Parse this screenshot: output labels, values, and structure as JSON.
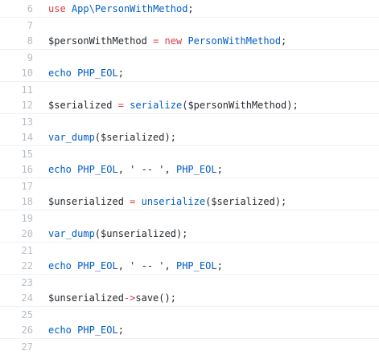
{
  "editor": {
    "lines": [
      {
        "num": "6",
        "tokens": [
          {
            "t": "use",
            "k": "kw"
          },
          {
            "t": " ",
            "k": "plain"
          },
          {
            "t": "App\\PersonWithMethod",
            "k": "ns"
          },
          {
            "t": ";",
            "k": "plain"
          }
        ]
      },
      {
        "num": "7",
        "tokens": []
      },
      {
        "num": "8",
        "tokens": [
          {
            "t": "$personWithMethod",
            "k": "plain"
          },
          {
            "t": " ",
            "k": "plain"
          },
          {
            "t": "=",
            "k": "op"
          },
          {
            "t": " ",
            "k": "plain"
          },
          {
            "t": "new",
            "k": "kw"
          },
          {
            "t": " ",
            "k": "plain"
          },
          {
            "t": "PersonWithMethod",
            "k": "cls"
          },
          {
            "t": ";",
            "k": "plain"
          }
        ]
      },
      {
        "num": "9",
        "tokens": []
      },
      {
        "num": "10",
        "tokens": [
          {
            "t": "echo",
            "k": "fn"
          },
          {
            "t": " ",
            "k": "plain"
          },
          {
            "t": "PHP_EOL",
            "k": "const"
          },
          {
            "t": ";",
            "k": "plain"
          }
        ]
      },
      {
        "num": "11",
        "tokens": []
      },
      {
        "num": "12",
        "tokens": [
          {
            "t": "$serialized",
            "k": "plain"
          },
          {
            "t": " ",
            "k": "plain"
          },
          {
            "t": "=",
            "k": "op"
          },
          {
            "t": " ",
            "k": "plain"
          },
          {
            "t": "serialize",
            "k": "fn"
          },
          {
            "t": "($personWithMethod);",
            "k": "plain"
          }
        ]
      },
      {
        "num": "13",
        "tokens": []
      },
      {
        "num": "14",
        "tokens": [
          {
            "t": "var_dump",
            "k": "fn"
          },
          {
            "t": "($serialized);",
            "k": "plain"
          }
        ]
      },
      {
        "num": "15",
        "tokens": []
      },
      {
        "num": "16",
        "tokens": [
          {
            "t": "echo",
            "k": "fn"
          },
          {
            "t": " ",
            "k": "plain"
          },
          {
            "t": "PHP_EOL",
            "k": "const"
          },
          {
            "t": ", ",
            "k": "plain"
          },
          {
            "t": "' -- '",
            "k": "str"
          },
          {
            "t": ", ",
            "k": "plain"
          },
          {
            "t": "PHP_EOL",
            "k": "const"
          },
          {
            "t": ";",
            "k": "plain"
          }
        ]
      },
      {
        "num": "17",
        "tokens": []
      },
      {
        "num": "18",
        "tokens": [
          {
            "t": "$unserialized",
            "k": "plain"
          },
          {
            "t": " ",
            "k": "plain"
          },
          {
            "t": "=",
            "k": "op"
          },
          {
            "t": " ",
            "k": "plain"
          },
          {
            "t": "unserialize",
            "k": "fn"
          },
          {
            "t": "($serialized);",
            "k": "plain"
          }
        ]
      },
      {
        "num": "19",
        "tokens": []
      },
      {
        "num": "20",
        "tokens": [
          {
            "t": "var_dump",
            "k": "fn"
          },
          {
            "t": "($unserialized);",
            "k": "plain"
          }
        ]
      },
      {
        "num": "21",
        "tokens": []
      },
      {
        "num": "22",
        "tokens": [
          {
            "t": "echo",
            "k": "fn"
          },
          {
            "t": " ",
            "k": "plain"
          },
          {
            "t": "PHP_EOL",
            "k": "const"
          },
          {
            "t": ", ",
            "k": "plain"
          },
          {
            "t": "' -- '",
            "k": "str"
          },
          {
            "t": ", ",
            "k": "plain"
          },
          {
            "t": "PHP_EOL",
            "k": "const"
          },
          {
            "t": ";",
            "k": "plain"
          }
        ]
      },
      {
        "num": "23",
        "tokens": []
      },
      {
        "num": "24",
        "tokens": [
          {
            "t": "$unserialized",
            "k": "plain"
          },
          {
            "t": "->",
            "k": "op"
          },
          {
            "t": "save();",
            "k": "plain"
          }
        ]
      },
      {
        "num": "25",
        "tokens": []
      },
      {
        "num": "26",
        "tokens": [
          {
            "t": "echo",
            "k": "fn"
          },
          {
            "t": " ",
            "k": "plain"
          },
          {
            "t": "PHP_EOL",
            "k": "const"
          },
          {
            "t": ";",
            "k": "plain"
          }
        ]
      },
      {
        "num": "27",
        "tokens": []
      }
    ]
  },
  "colors": {
    "keyword": "#d73a49",
    "function": "#005cc5",
    "string": "#032f62",
    "text": "#24292e",
    "gutter": "#b7bdc4"
  }
}
